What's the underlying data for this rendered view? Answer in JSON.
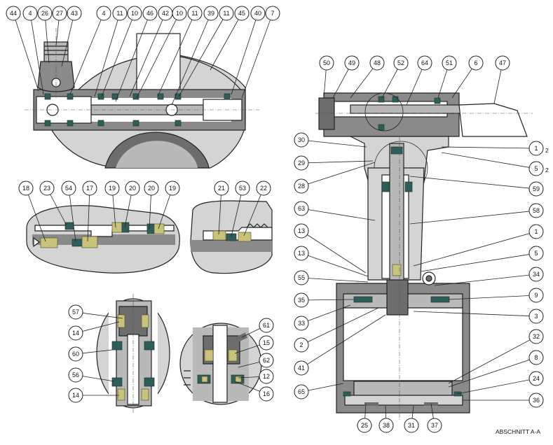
{
  "section_label": "ABSCHNITT A-A",
  "callouts_top": [
    "44",
    "4",
    "26",
    "27",
    "43",
    "4",
    "11",
    "10",
    "46",
    "42",
    "10",
    "11",
    "39",
    "11",
    "45",
    "40",
    "7"
  ],
  "callouts_detail1": [
    "18",
    "23",
    "54",
    "17",
    "19",
    "20",
    "20",
    "19"
  ],
  "callouts_detail2": [
    "21",
    "53",
    "22"
  ],
  "callouts_detail3": [
    "57",
    "14",
    "60",
    "56",
    "14"
  ],
  "callouts_detail4": [
    "61",
    "15",
    "62",
    "12",
    "16"
  ],
  "callouts_right_top": [
    "50",
    "49",
    "48",
    "52",
    "64",
    "51",
    "6",
    "47"
  ],
  "callouts_right_left": [
    "30",
    "29",
    "28",
    "63",
    "13",
    "13",
    "55",
    "35",
    "33",
    "2",
    "41",
    "65"
  ],
  "callouts_right_side": [
    "1",
    "5",
    "59",
    "58",
    "1",
    "5",
    "34",
    "9",
    "3",
    "32",
    "8",
    "24",
    "36"
  ],
  "callouts_right_bottom": [
    "25",
    "38",
    "31",
    "37"
  ],
  "subscript_marks": [
    "2",
    "2"
  ]
}
